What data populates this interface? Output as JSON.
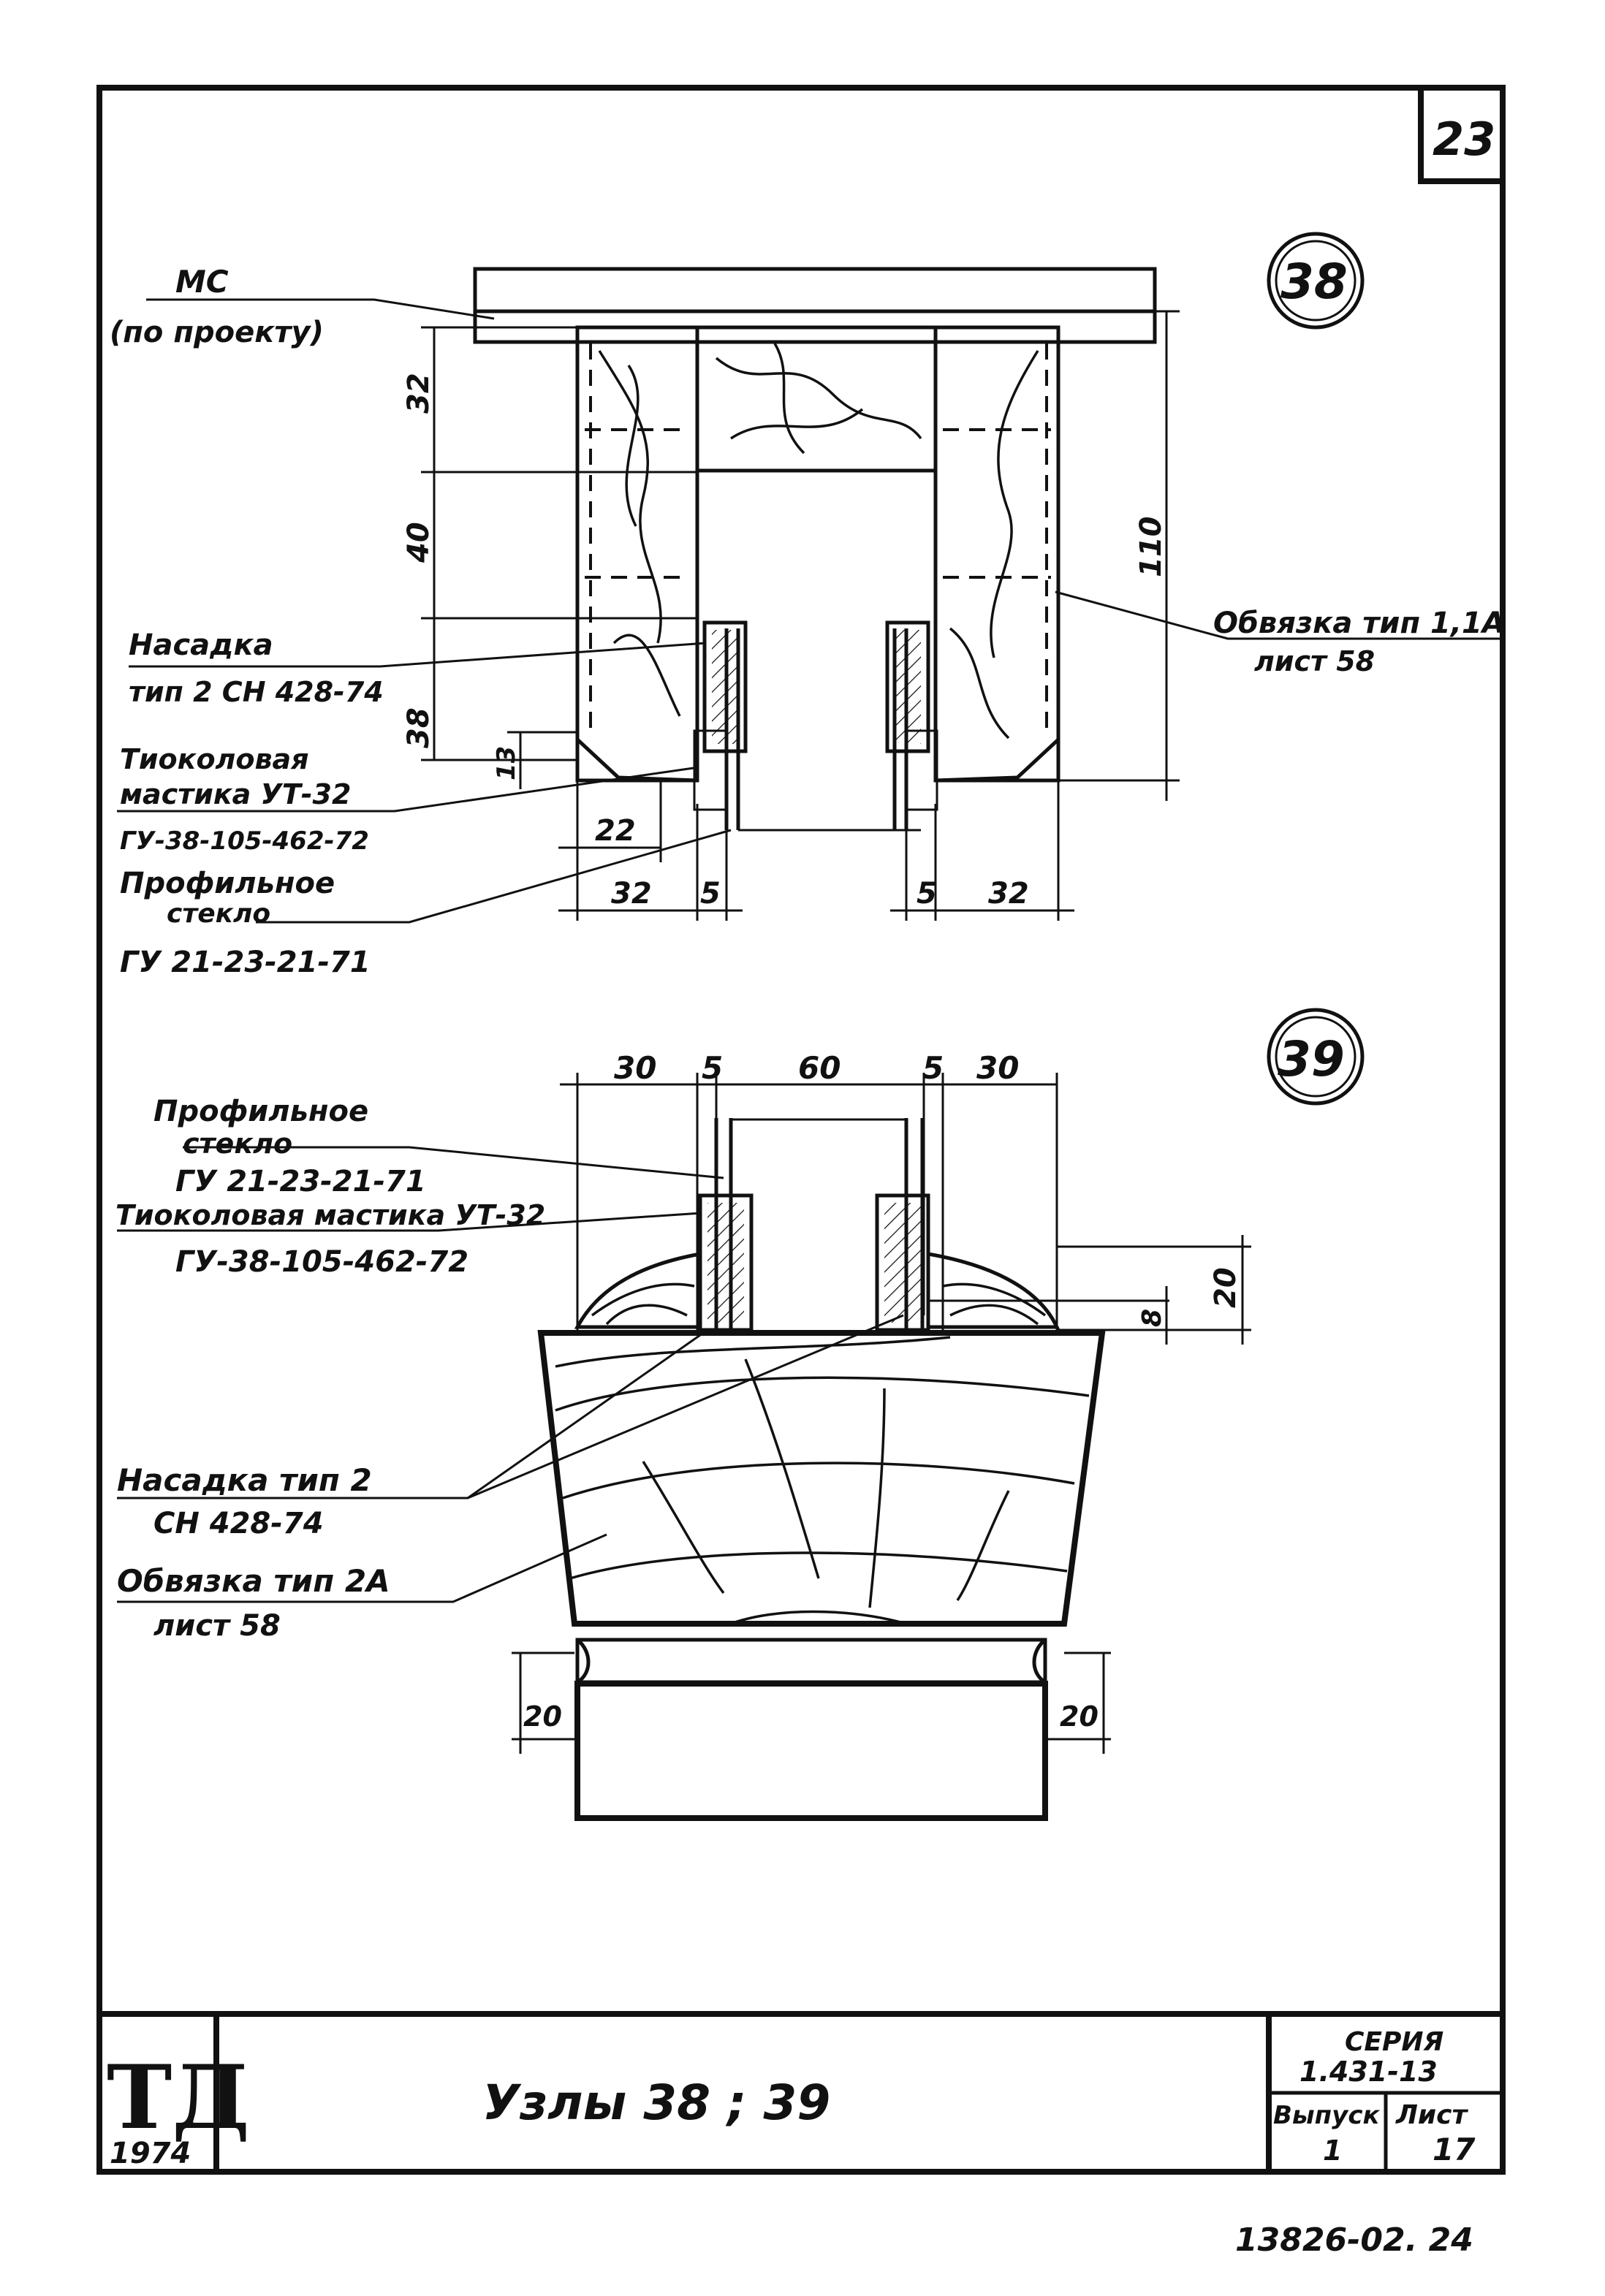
{
  "sheet": {
    "page_number": "23",
    "title": "Узлы 38 ; 39",
    "stamp": "ТД",
    "stamp_year": "1974",
    "series_label": "СЕРИЯ",
    "series_value": "1.431-13",
    "issue_label": "Выпуск",
    "issue_value": "1",
    "sheet_label": "Лист",
    "sheet_value": "17",
    "archive_number": "13826-02. 24"
  },
  "node38": {
    "marker": "38",
    "label_mc": "МС",
    "label_mc_note": "(по проекту)",
    "label_nasadka": "Насадка",
    "label_nasadka_spec": "тип 2 СН 428-74",
    "label_mastic_1": "Тиоколовая",
    "label_mastic_2": "мастика УТ-32",
    "label_mastic_spec": "ГУ-38-105-462-72",
    "label_glass_1": "Профильное",
    "label_glass_2": "стекло",
    "label_glass_spec": "ГУ 21-23-21-71",
    "label_obvyazka": "Обвязка тип 1,1А",
    "label_obvyazka_sheet": "лист 58",
    "dims": {
      "d32": "32",
      "d40": "40",
      "d38": "38",
      "d110": "110",
      "d13": "13",
      "d22": "22",
      "d32b_left": "32",
      "d5_left": "5",
      "d5_right": "5",
      "d32b_right": "32"
    }
  },
  "node39": {
    "marker": "39",
    "label_glass_1": "Профильное",
    "label_glass_2": "стекло",
    "label_glass_spec": "ГУ 21-23-21-71",
    "label_mastic": "Тиоколовая мастика УТ-32",
    "label_mastic_spec": "ГУ-38-105-462-72",
    "label_nasadka": "Насадка тип 2",
    "label_nasadka_spec": "СН 428-74",
    "label_obvyazka": "Обвязка тип 2А",
    "label_obvyazka_sheet": "лист 58",
    "dims": {
      "d30_left": "30",
      "d5_left": "5",
      "d60": "60",
      "d5_right": "5",
      "d30_right": "30",
      "d20": "20",
      "d8": "8",
      "d20_left": "20",
      "d20_right": "20"
    }
  }
}
